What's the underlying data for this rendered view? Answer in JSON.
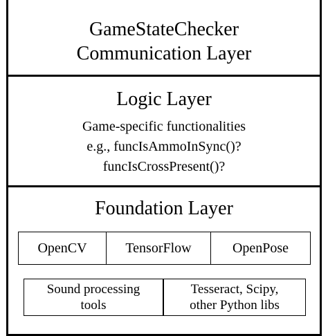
{
  "communication_layer": {
    "line1": "GameStateChecker",
    "line2": "Communication Layer"
  },
  "logic_layer": {
    "title": "Logic Layer",
    "line1": "Game-specific functionalities",
    "line2": "e.g., funcIsAmmoInSync()?",
    "line3": "funcIsCrossPresent()?"
  },
  "foundation_layer": {
    "title": "Foundation Layer",
    "row1": [
      "OpenCV",
      "TensorFlow",
      "OpenPose"
    ],
    "row2": [
      {
        "line1": "Sound processing",
        "line2": "tools"
      },
      {
        "line1": "Tesseract, Scipy,",
        "line2": "other Python libs"
      }
    ]
  }
}
